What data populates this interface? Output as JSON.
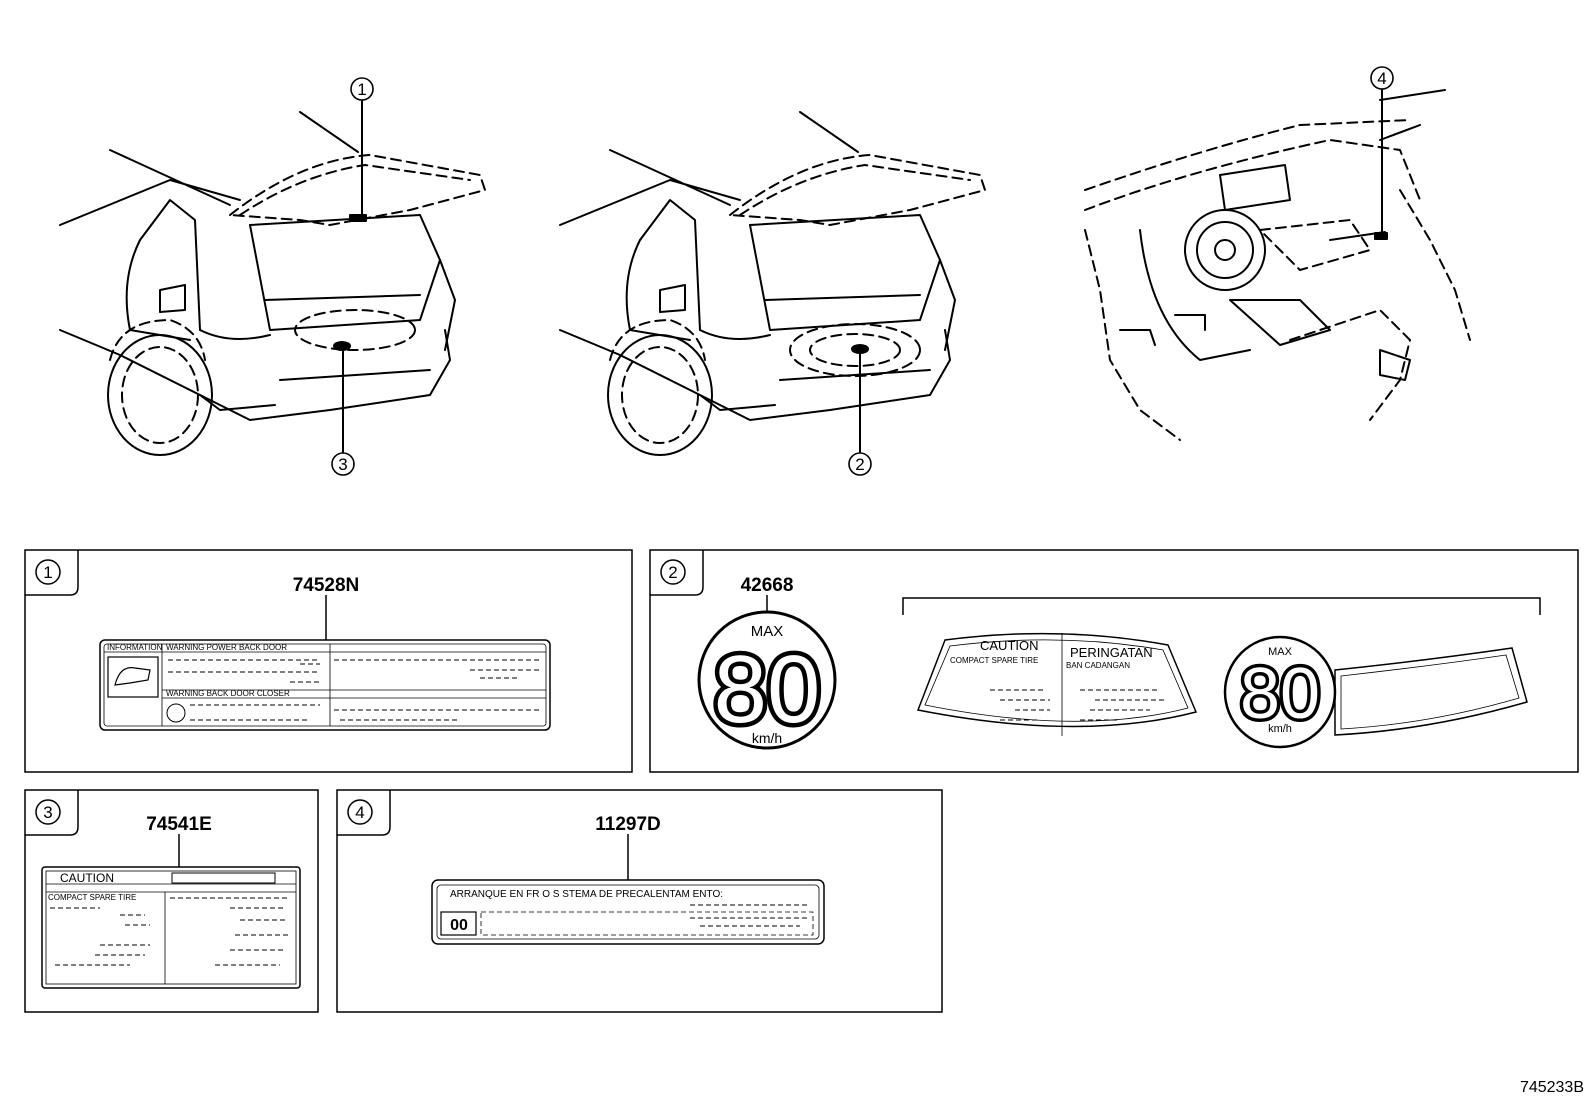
{
  "callouts": {
    "c1": "1",
    "c2": "2",
    "c3": "3",
    "c4": "4"
  },
  "panels": {
    "p1": {
      "marker": "1",
      "part_number": "74528N"
    },
    "p2": {
      "marker": "2",
      "part_number": "42668"
    },
    "p3": {
      "marker": "3",
      "part_number": "74541E"
    },
    "p4": {
      "marker": "4",
      "part_number": "11297D"
    }
  },
  "labels": {
    "l1_info": "INFORMATION",
    "l1_warning_top": "WARNING POWER BACK DOOR",
    "l1_warning_bottom": "WARNING BACK DOOR CLOSER",
    "speed_max": "MAX",
    "speed_value": "80",
    "speed_unit": "km/h",
    "caution": "CAUTION",
    "peringatan": "PERINGATAN",
    "compact_spare": "COMPACT SPARE TIRE",
    "ban_cadangan": "BAN CADANGAN",
    "l3_caution": "CAUTION",
    "l3_compact_spare": "COMPACT SPARE TIRE",
    "l4_title": "ARRANQUE EN FR O S STEMA DE PRECALENTAM ENTO:",
    "l4_icon": "00"
  },
  "figure_id": "745233B"
}
